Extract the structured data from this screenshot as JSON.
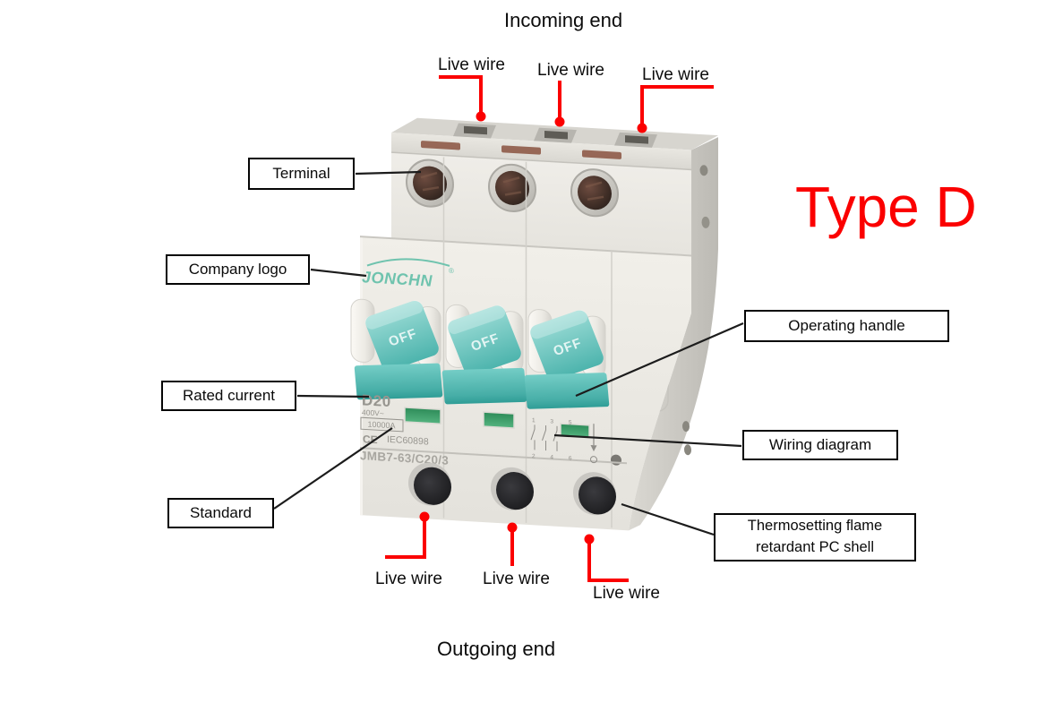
{
  "labels": {
    "incoming_end": "Incoming end",
    "outgoing_end": "Outgoing end",
    "type": "Type D"
  },
  "wire_labels": {
    "top": [
      "Live wire",
      "Live wire",
      "Live wire"
    ],
    "bottom": [
      "Live wire",
      "Live wire",
      "Live wire"
    ]
  },
  "callouts": {
    "terminal": "Terminal",
    "company_logo": "Company logo",
    "rated_current": "Rated current",
    "standard": "Standard",
    "operating_handle": "Operating handle",
    "wiring_diagram": "Wiring diagram",
    "shell": "Thermosetting flame retardant PC shell"
  },
  "breaker": {
    "logo": "JONCHN",
    "logo_registered": "®",
    "handle_label": "OFF",
    "rated_current": "D20",
    "voltage": "400V~",
    "breaking_capacity": "10000A",
    "ce_mark": "CE",
    "standard_code": "IEC60898",
    "model": "JMB7-63/C20/3",
    "schematic_top": "1 3 5",
    "schematic_bottom": "2 4 6"
  },
  "colors": {
    "red": "#fb0000",
    "handle_teal": "#5fc2bb",
    "handle_teal_dark": "#2f9d96",
    "green_window": "#3f9e6b",
    "logo_teal": "#6fc3ae",
    "body": "#eceae5"
  }
}
